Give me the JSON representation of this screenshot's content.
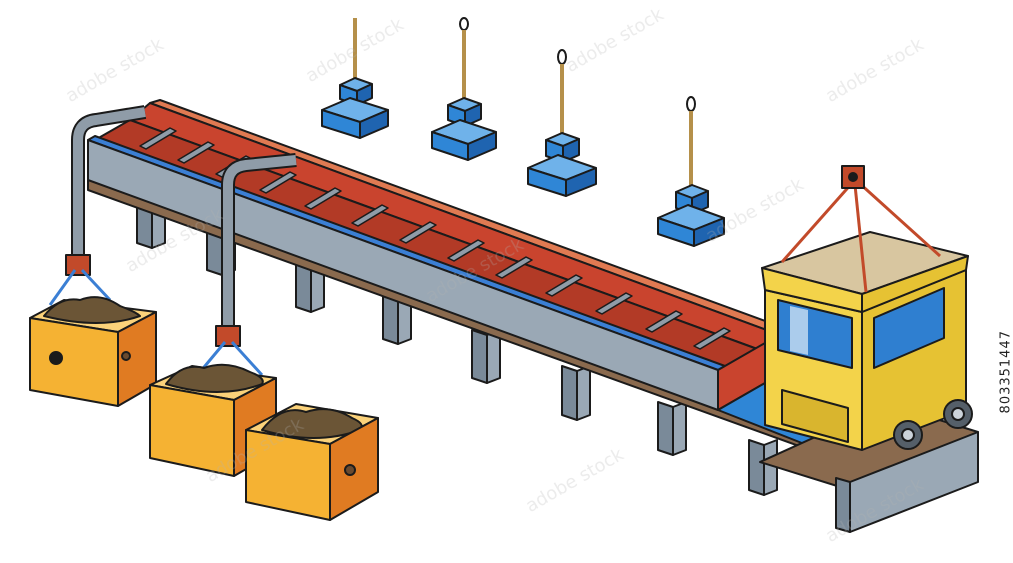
{
  "image": {
    "stock_id": "803351447",
    "watermark": "adobe stock"
  },
  "colors": {
    "outline": "#1b1b1b",
    "beam": "#9aa8b5",
    "beam_dark": "#7e8c99",
    "trough_red": "#c9442e",
    "trough_top": "#e07a52",
    "wood_rail": "#8a6a4e",
    "pillar": "#7a8a99",
    "pipe": "#8f9ca8",
    "bin_front": "#f5b233",
    "bin_side": "#e07b22",
    "ore": "#6b5536",
    "dispenser": "#2f86d6",
    "cab": "#f3d34a",
    "cab_roof": "#d8c6a0",
    "cable": "#c24a2a",
    "glass": "#2f7fd0"
  },
  "icons": [
    "crane-cab",
    "conveyor-trough",
    "ore-bin",
    "dispenser-head",
    "pipe-arm"
  ]
}
